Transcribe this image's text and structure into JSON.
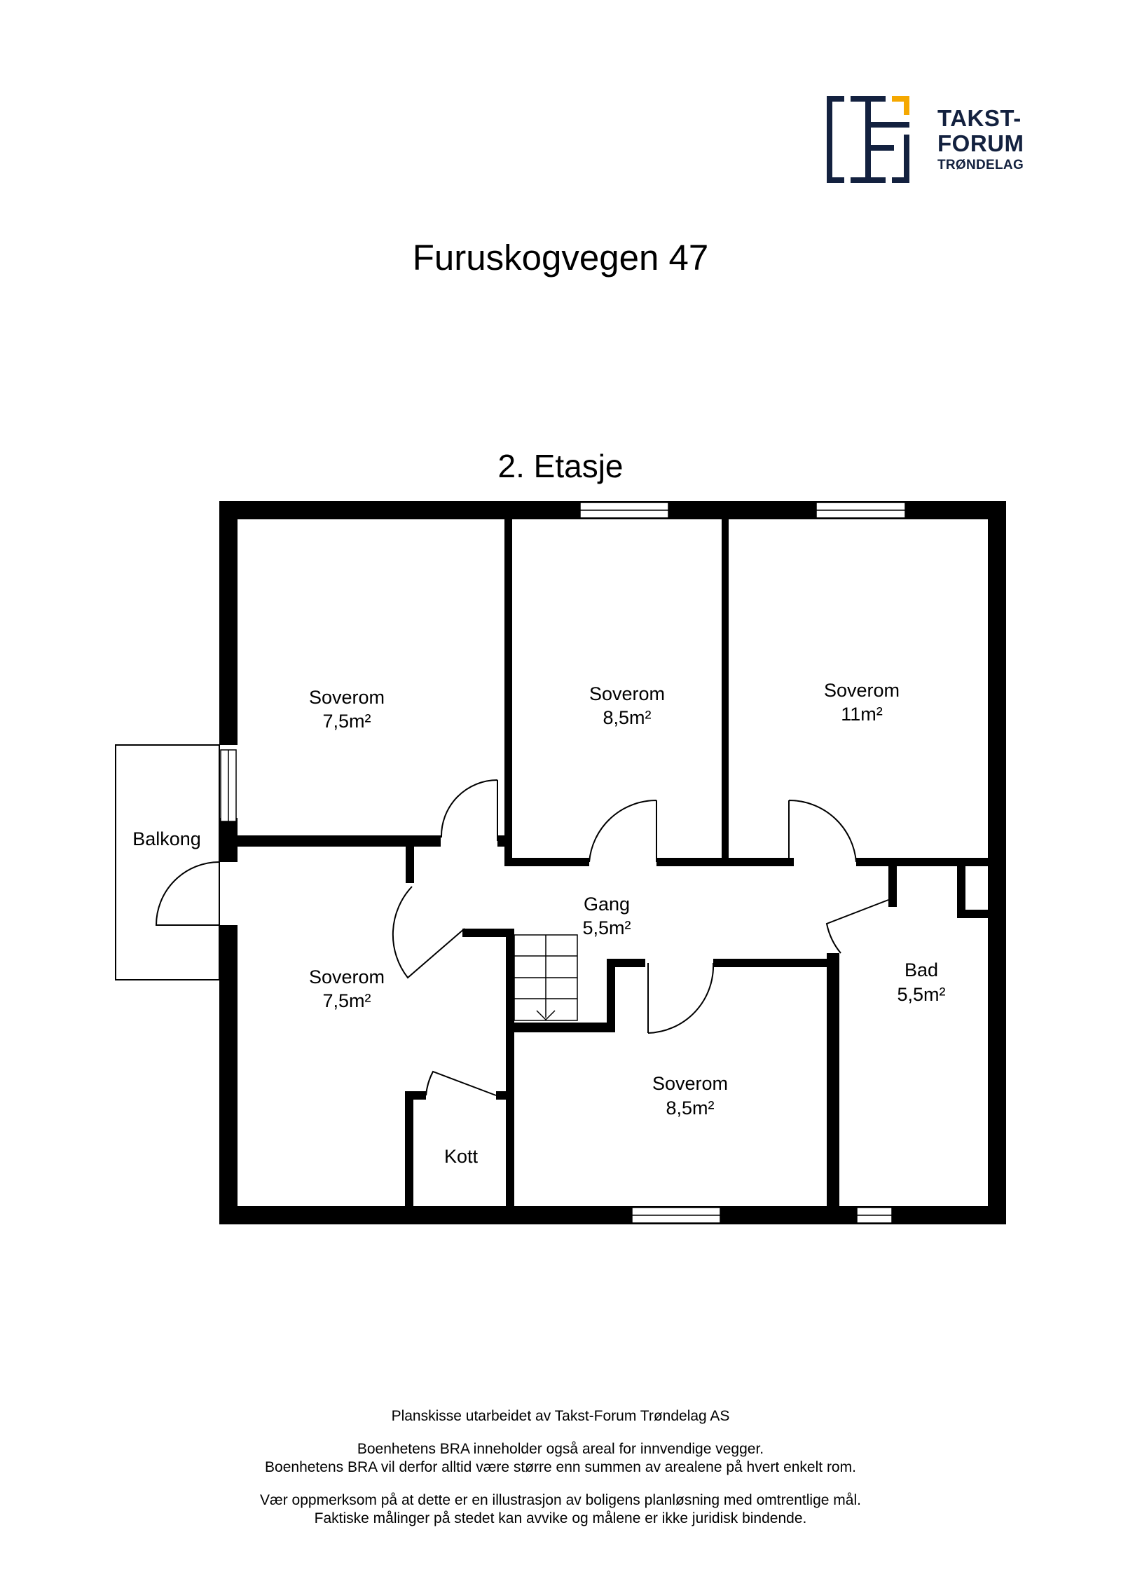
{
  "header": {
    "logo": {
      "line1": "TAKST-",
      "line2": "FORUM",
      "line3": "TRØNDELAG",
      "colors": {
        "navy": "#13213f",
        "accent": "#f5a800"
      }
    },
    "title": "Furuskogvegen 47",
    "floor_label": "2. Etasje"
  },
  "rooms": {
    "soverom_top_left": {
      "name": "Soverom",
      "area": "7,5m²"
    },
    "soverom_top_mid": {
      "name": "Soverom",
      "area": "8,5m²"
    },
    "soverom_top_right": {
      "name": "Soverom",
      "area": "11m²"
    },
    "balkong": {
      "name": "Balkong"
    },
    "gang": {
      "name": "Gang",
      "area": "5,5m²"
    },
    "soverom_bottom_left": {
      "name": "Soverom",
      "area": "7,5m²"
    },
    "bad": {
      "name": "Bad",
      "area": "5,5m²"
    },
    "soverom_bottom_mid": {
      "name": "Soverom",
      "area": "8,5m²"
    },
    "kott": {
      "name": "Kott"
    }
  },
  "footer": {
    "credit": "Planskisse utarbeidet av Takst-Forum Trøndelag AS",
    "note1": "Boenhetens BRA inneholder også areal for innvendige vegger.",
    "note2": "Boenhetens BRA vil derfor alltid være større enn summen av arealene på hvert enkelt rom.",
    "disclaimer1": "Vær oppmerksom på at dette er en illustrasjon av boligens planløsning med omtrentlige mål.",
    "disclaimer2": "Faktiske målinger på stedet kan avvike og målene er ikke juridisk bindende."
  }
}
